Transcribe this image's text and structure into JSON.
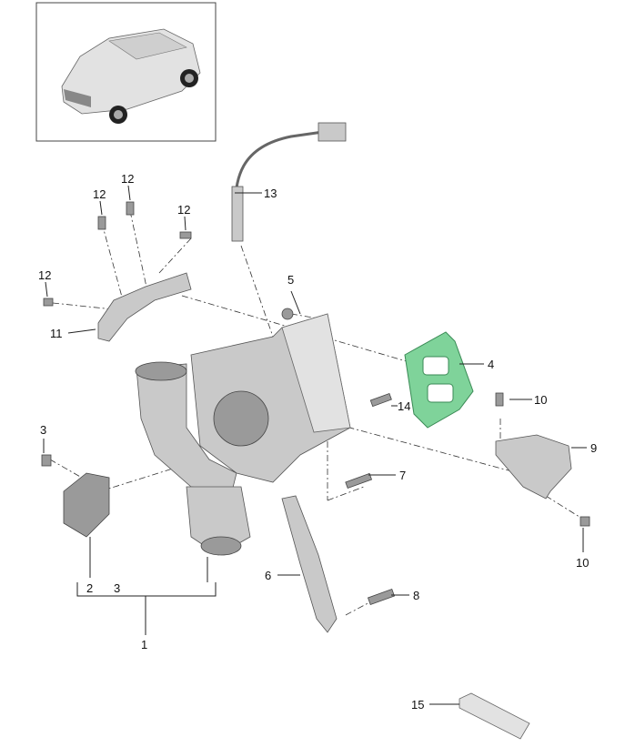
{
  "diagram": {
    "title_image": "vehicle-overview",
    "accent_color": "#7fd39a",
    "callouts": {
      "c1": "1",
      "c2": "2",
      "c3a": "3",
      "c3b": "3",
      "c4": "4",
      "c5": "5",
      "c6": "6",
      "c7": "7",
      "c8": "8",
      "c9": "9",
      "c10a": "10",
      "c10b": "10",
      "c11": "11",
      "c12a": "12",
      "c12b": "12",
      "c12c": "12",
      "c12d": "12",
      "c13": "13",
      "c14": "14",
      "c15": "15"
    }
  }
}
